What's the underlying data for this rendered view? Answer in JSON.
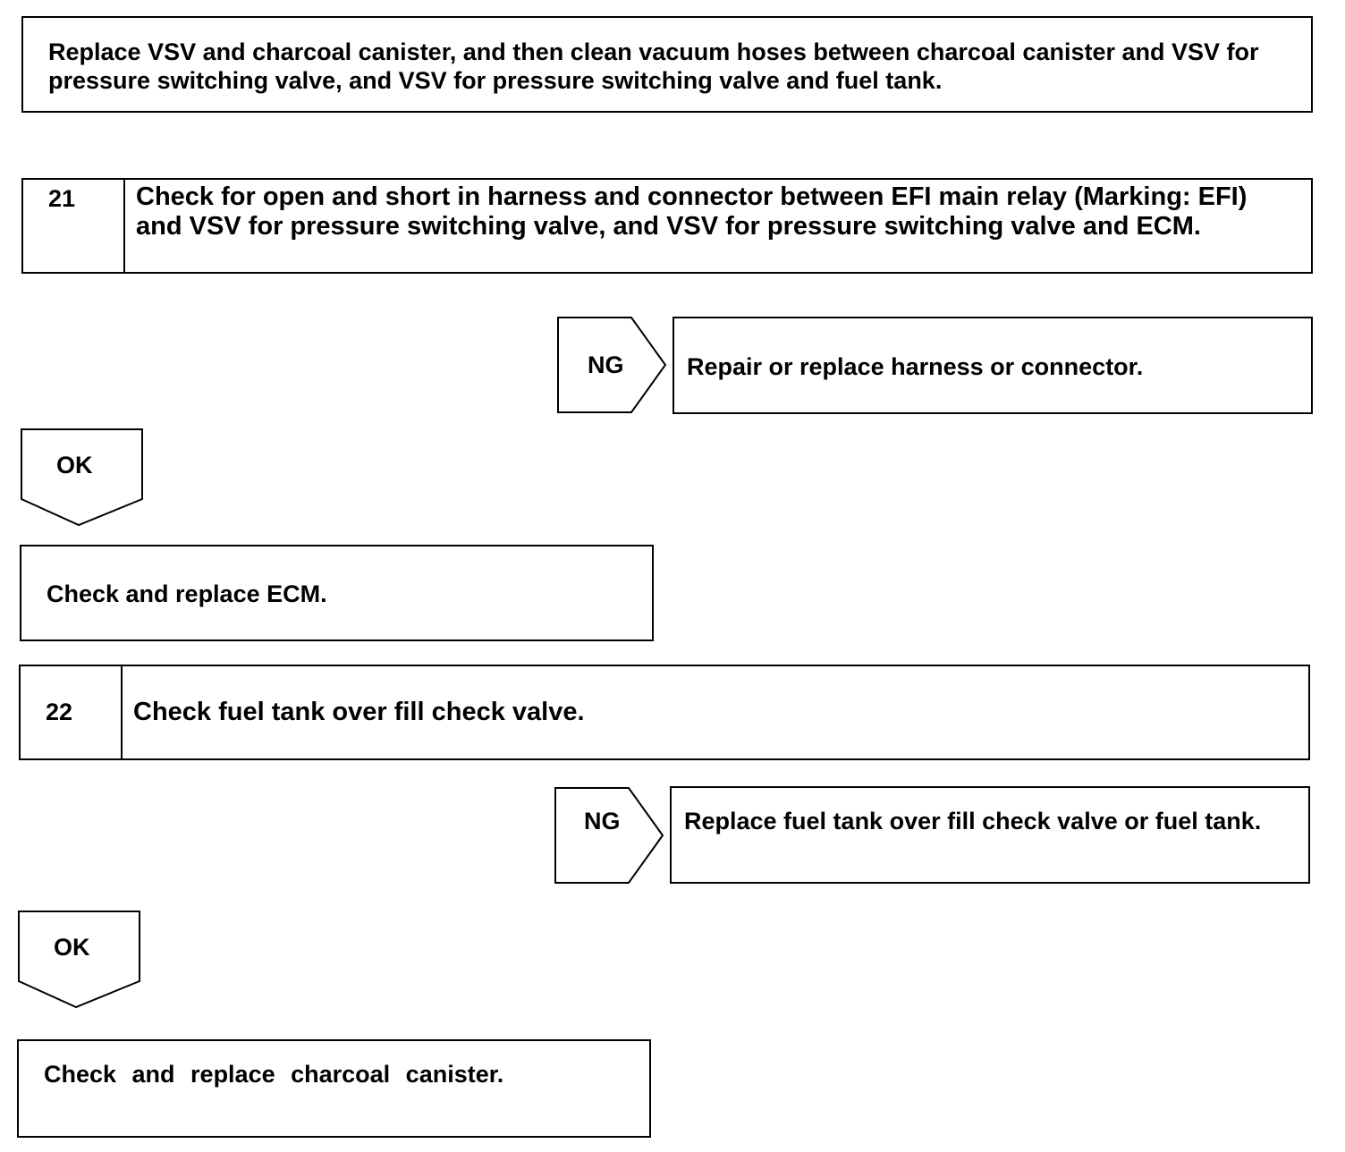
{
  "top_action": "Replace VSV and charcoal canister, and then clean vacuum hoses between charcoal canister and VSV for pressure switching valve, and VSV for pressure switching valve and fuel tank.",
  "step21": {
    "number": "21",
    "title": "Check for open and short in harness and connector between EFI main relay (Marking: EFI) and VSV for pressure switching valve, and VSV for pressure switching valve and ECM.",
    "ng_label": "NG",
    "ng_action": "Repair or replace harness or connector.",
    "ok_label": "OK",
    "ok_action": "Check and replace ECM."
  },
  "step22": {
    "number": "22",
    "title": "Check fuel tank over fill check valve.",
    "ng_label": "NG",
    "ng_action": "Replace fuel tank over fill check valve or fuel tank.",
    "ok_label": "OK",
    "ok_action": "Check and replace charcoal canister."
  }
}
